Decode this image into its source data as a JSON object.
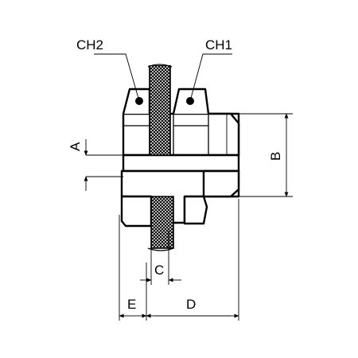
{
  "labels": {
    "ch2": "CH2",
    "ch1": "CH1",
    "a": "A",
    "b": "B",
    "c": "C",
    "d": "D",
    "e": "E"
  },
  "colors": {
    "line": "#000000",
    "background": "#ffffff",
    "cable_mesh": "#000000"
  }
}
